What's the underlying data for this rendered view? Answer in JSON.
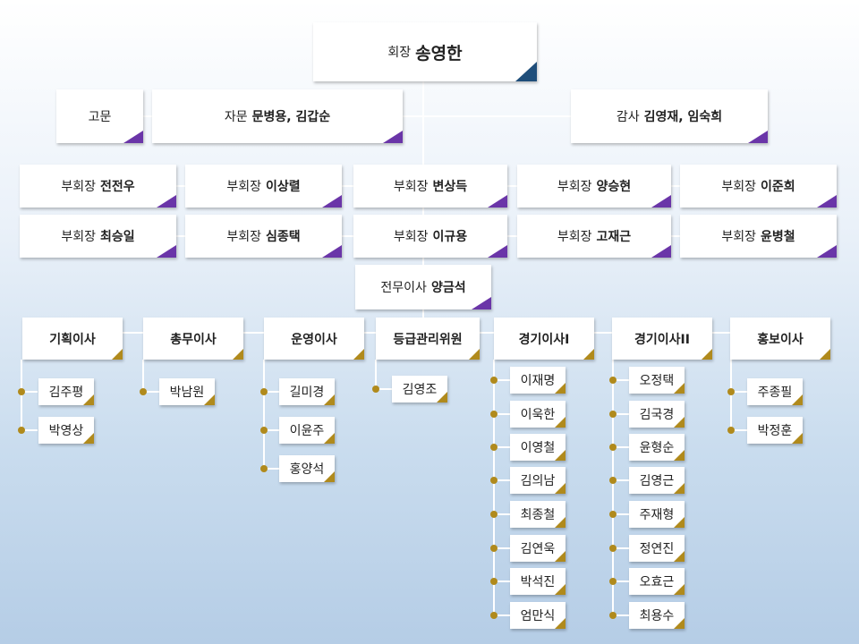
{
  "chairman": {
    "title": "회장",
    "name": "송영한"
  },
  "advisor": {
    "label": "고문"
  },
  "counsel": {
    "title": "자문",
    "names": "문병용, 김갑순"
  },
  "auditor": {
    "title": "감사",
    "names": "김영재, 임숙희"
  },
  "vice_presidents": {
    "title": "부회장",
    "row1": [
      "전전우",
      "이상렬",
      "변상득",
      "양승현",
      "이준희"
    ],
    "row2": [
      "최승일",
      "심종택",
      "이규용",
      "고재근",
      "윤병철"
    ]
  },
  "executive_director": {
    "title": "전무이사",
    "name": "양금석"
  },
  "departments": [
    {
      "name": "기획이사",
      "members": [
        "김주평",
        "박영상"
      ]
    },
    {
      "name": "총무이사",
      "members": [
        "박남원"
      ]
    },
    {
      "name": "운영이사",
      "members": [
        "길미경",
        "이윤주",
        "홍양석"
      ]
    },
    {
      "name": "등급관리위원",
      "members": [
        "김영조"
      ]
    },
    {
      "name": "경기이사I",
      "members": [
        "이재명",
        "이욱한",
        "이영철",
        "김의남",
        "최종철",
        "김연욱",
        "박석진",
        "엄만식"
      ]
    },
    {
      "name": "경기이사II",
      "members": [
        "오정택",
        "김국경",
        "윤형순",
        "김영근",
        "주재형",
        "정연진",
        "오효근",
        "최용수"
      ]
    },
    {
      "name": "홍보이사",
      "members": [
        "주종필",
        "박정훈"
      ]
    }
  ],
  "colors": {
    "accent_purple": "#6a35a8",
    "accent_navy": "#1f4e7a",
    "accent_gold": "#b08a1c",
    "line": "#ffffff"
  }
}
